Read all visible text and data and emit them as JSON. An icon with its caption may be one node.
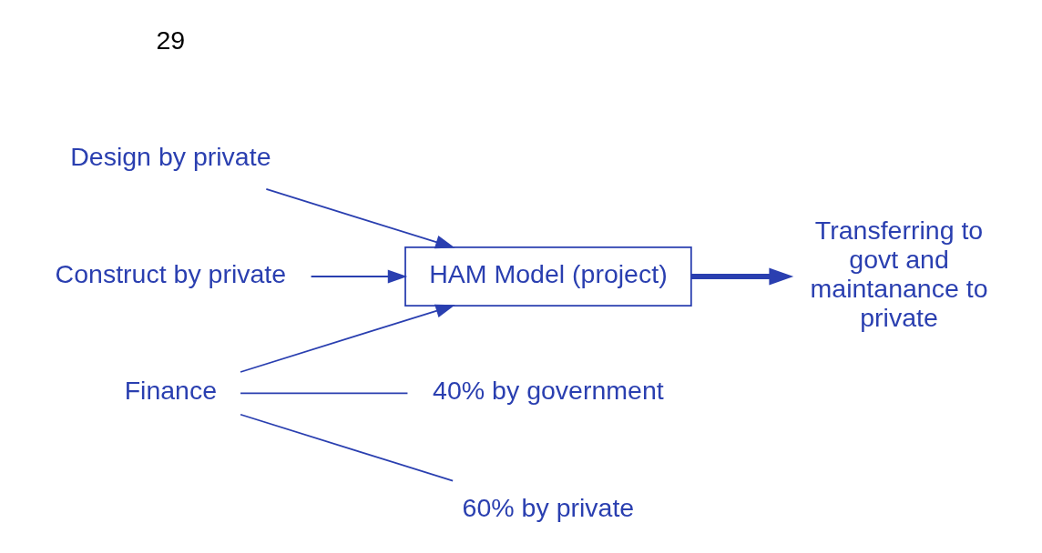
{
  "diagram": {
    "nodes": [
      {
        "text": [
          "Design by private"
        ]
      },
      {
        "text": [
          "Construct by private"
        ]
      },
      {
        "text": [
          "HAM Model (project)"
        ]
      },
      {
        "text": [
          "Transferring to govt and maintanance to private"
        ]
      },
      {
        "text": [
          "Finance"
        ]
      },
      {
        "text": [
          "40% by government"
        ]
      },
      {
        "text": [
          "60% by private"
        ]
      }
    ],
    "edges": [
      {
        "from": 0,
        "to": 2,
        "arrow": "to"
      },
      {
        "from": 1,
        "to": 2,
        "arrow": "to"
      },
      {
        "from": 2,
        "to": 3,
        "arrow": "to",
        "style": "thick"
      },
      {
        "from": 4,
        "to": 2,
        "arrow": "to"
      },
      {
        "from": 4,
        "to": 5,
        "arrow": "none"
      },
      {
        "from": 4,
        "to": 6,
        "arrow": "none"
      }
    ],
    "labels": [
      "29"
    ]
  }
}
